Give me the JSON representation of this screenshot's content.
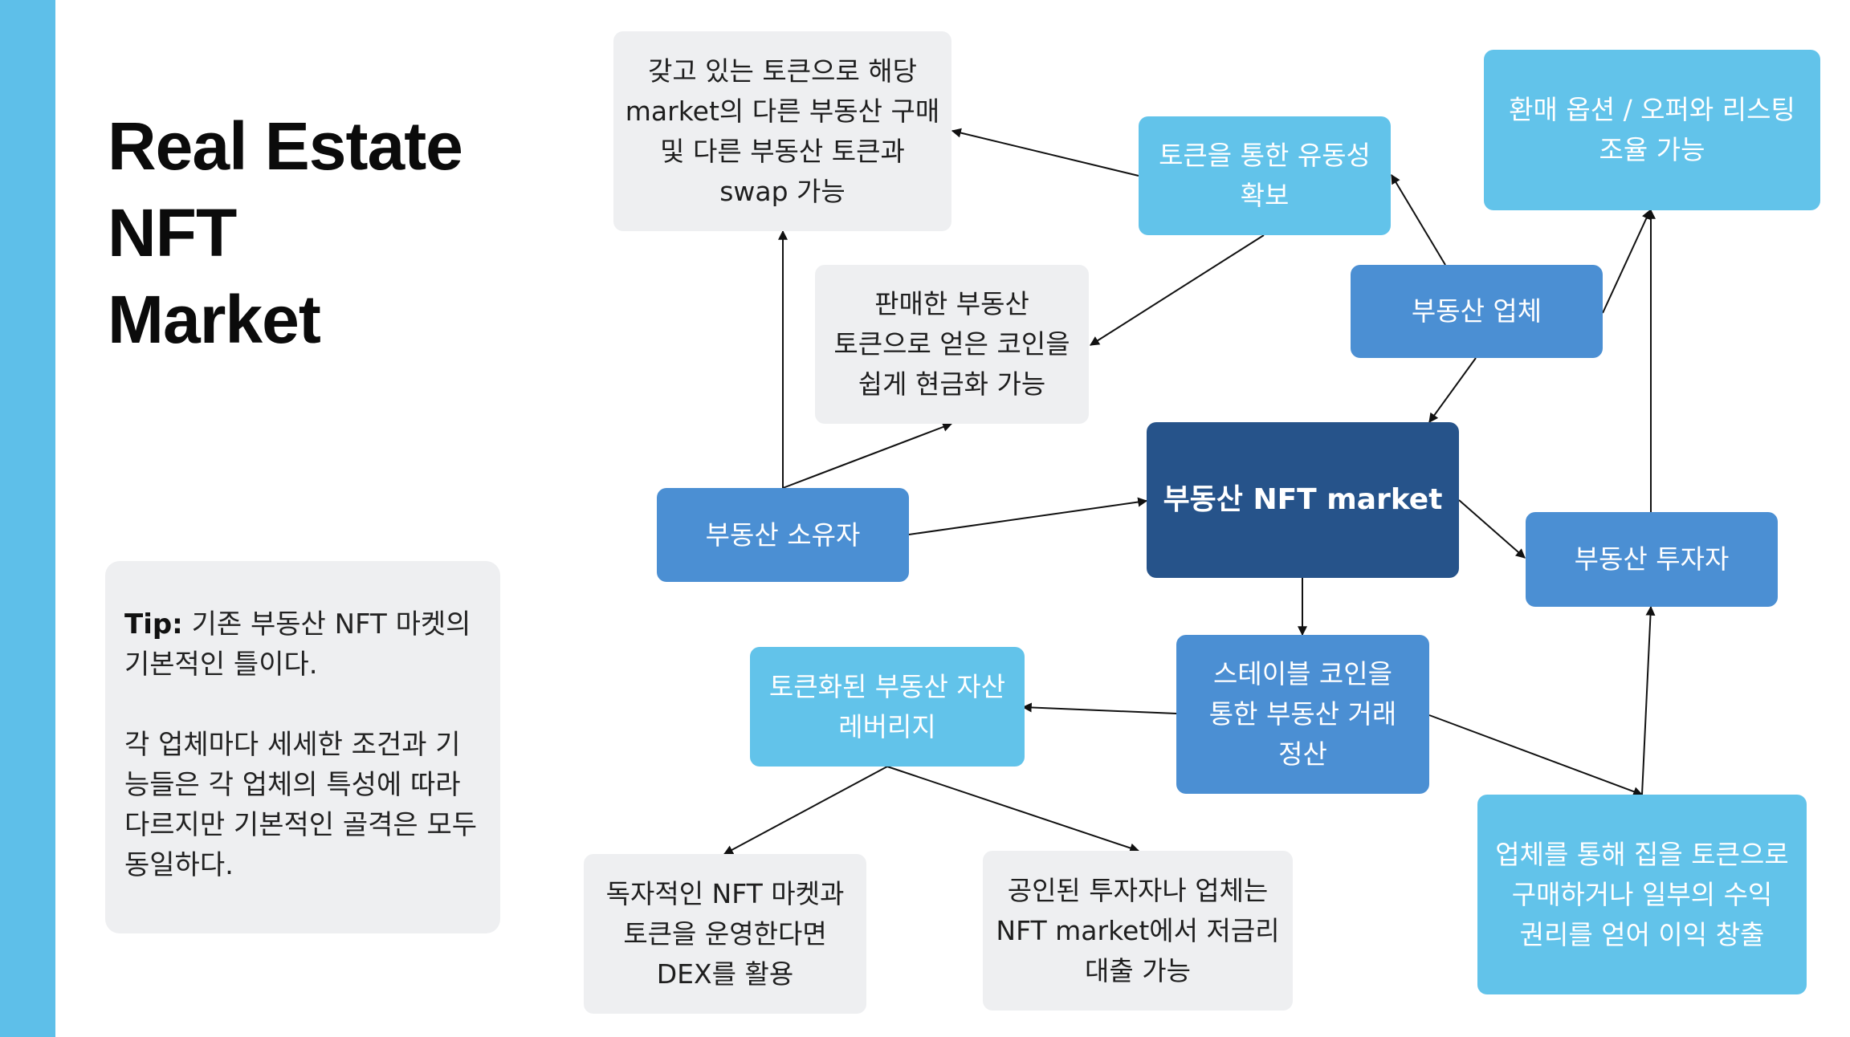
{
  "colors": {
    "sidebar": "#5ebfe9",
    "gray_box": "#eeeff1",
    "light_blue": "#62c3ea",
    "mid_blue": "#4b8fd3",
    "dark_blue": "#26538a",
    "arrow": "#111111"
  },
  "title": {
    "line1": "Real Estate",
    "line2": "NFT",
    "line3": "Market"
  },
  "tip": {
    "label": "Tip:",
    "text": " 기존 부동산 NFT 마켓의 기본적인 틀이다.",
    "paragraph2": "각 업체마다 세세한 조건과 기능들은 각 업체의 특성에 따라 다르지만 기본적인 골격은 모두 동일하다."
  },
  "nodes": {
    "market": "부동산 NFT market",
    "owner": "부동산 소유자",
    "company": "부동산 업체",
    "investor": "부동산 투자자",
    "liquidity": "토큰을 통한 유동성 확보",
    "swap": "갖고 있는 토큰으로 해당 market의 다른 부동산 구매 및 다른 부동산 토큰과 swap 가능",
    "cashout": "판매한 부동산 토큰으로 얻은 코인을 쉽게 현금화 가능",
    "buyback": "환매 옵션 / 오퍼와 리스팅 조율 가능",
    "stablecoin": "스테이블 코인을 통한 부동산 거래 정산",
    "leverage": "토큰화된 부동산 자산 레버리지",
    "dex": "독자적인 NFT 마켓과 토큰을 운영한다면 DEX를 활용",
    "lowrate": "공인된 투자자나 업체는 NFT market에서 저금리 대출 가능",
    "profit": "업체를 통해 집을 토큰으로 구매하거나 일부의 수익 권리를 얻어 이익 창출"
  }
}
